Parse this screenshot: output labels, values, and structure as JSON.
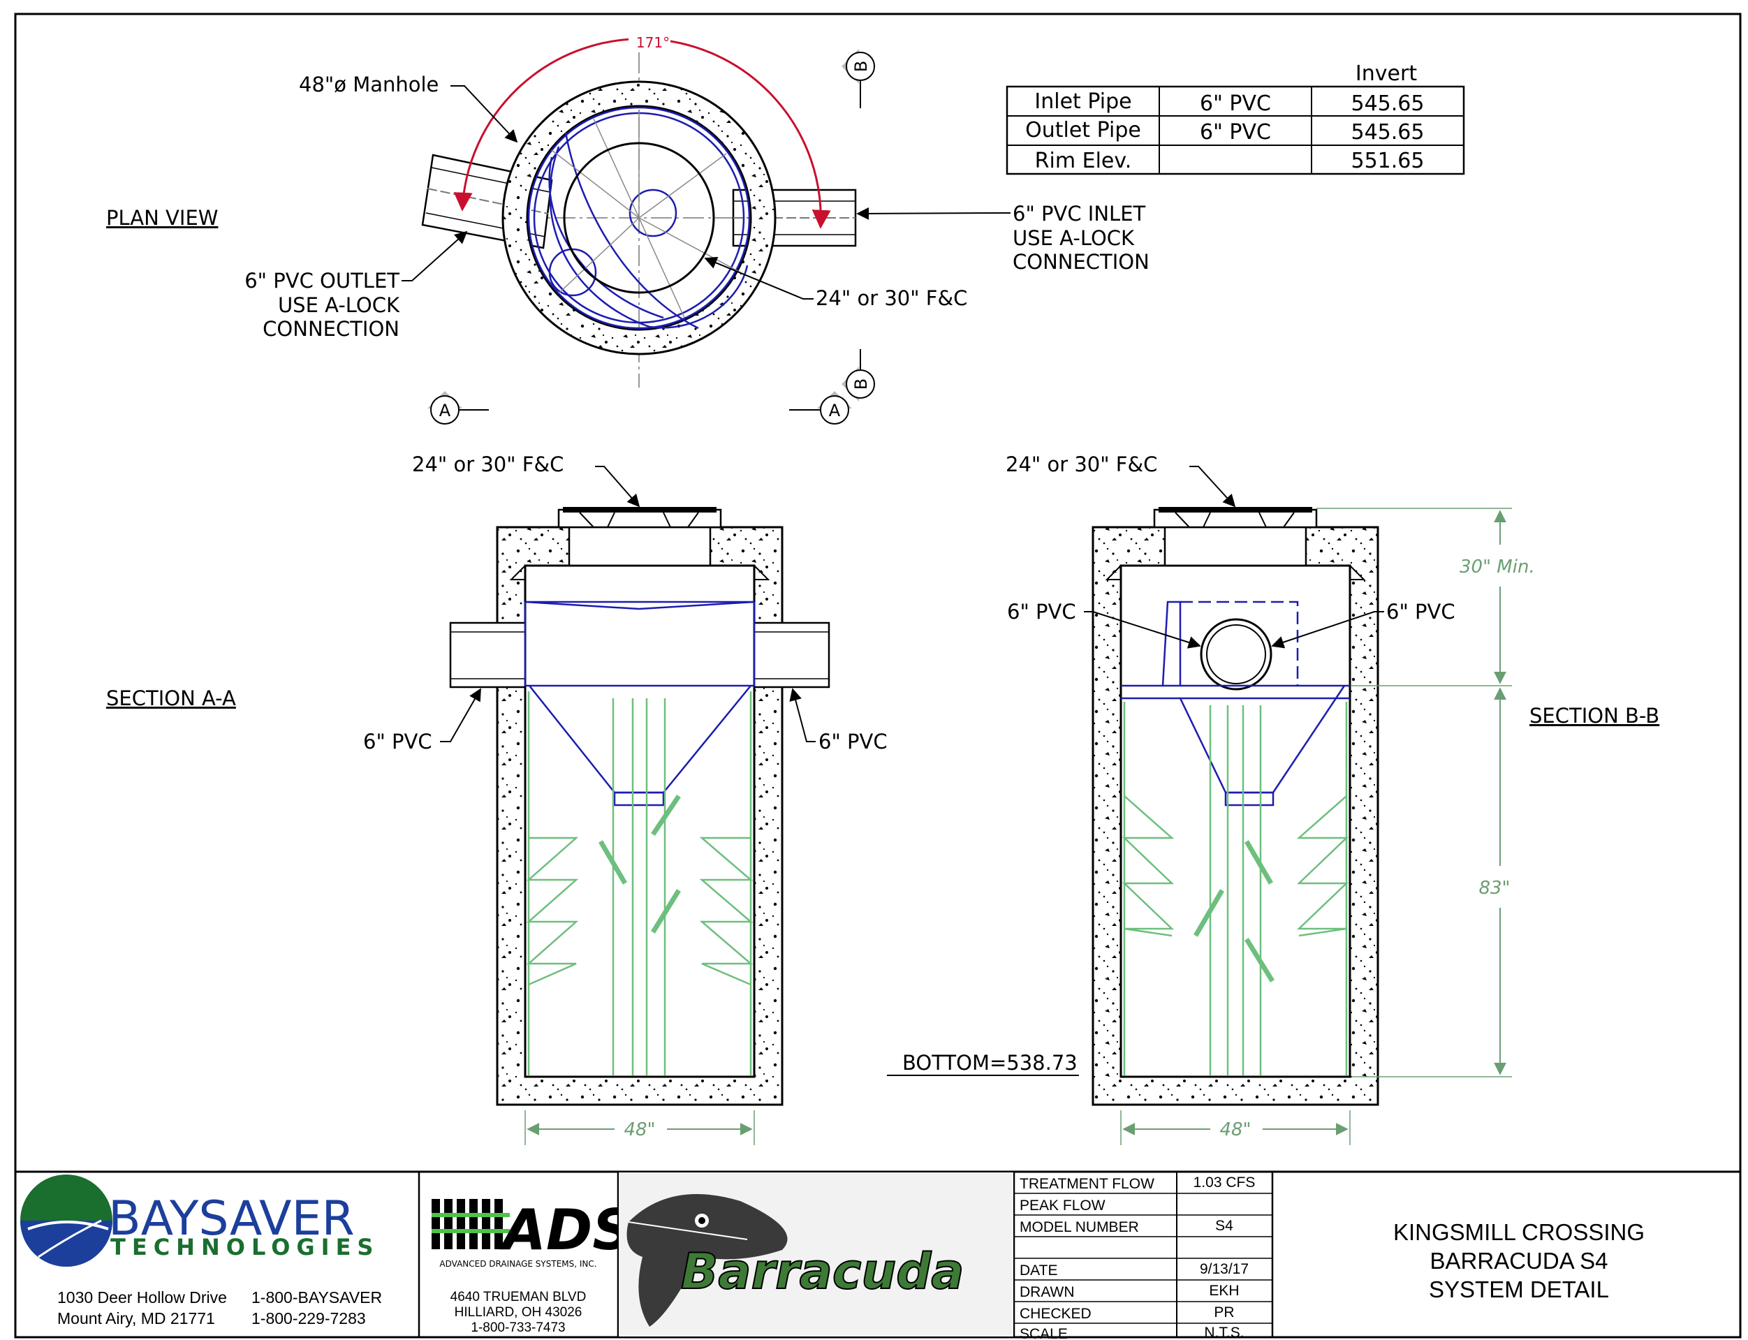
{
  "plan": {
    "title": "PLAN VIEW",
    "angle_label": "171°",
    "manhole_label": "48\"ø Manhole",
    "outlet_label": [
      "6\" PVC OUTLET",
      "USE A-LOCK",
      "CONNECTION"
    ],
    "inlet_label": [
      "6\" PVC INLET",
      "USE A-LOCK",
      "CONNECTION"
    ],
    "frame_label": "24\" or 30\" F&C",
    "markers": [
      "B",
      "B",
      "A",
      "A"
    ]
  },
  "invert_table": {
    "header": "Invert",
    "rows": [
      {
        "name": "Inlet Pipe",
        "pipe": "6\" PVC",
        "elev": "545.65"
      },
      {
        "name": "Outlet Pipe",
        "pipe": "6\" PVC",
        "elev": "545.65"
      },
      {
        "name": "Rim Elev.",
        "pipe": "",
        "elev": "551.65"
      }
    ]
  },
  "section_a": {
    "title": "SECTION A-A",
    "frame_label": "24\" or 30\" F&C",
    "left_pipe": "6\" PVC",
    "right_pipe": "6\" PVC",
    "width_dim": "48\""
  },
  "section_b": {
    "title": "SECTION B-B",
    "frame_label": "24\" or 30\" F&C",
    "left_pipe": "6\" PVC",
    "right_pipe": "6\" PVC",
    "top_dim": "30\" Min.",
    "depth_dim": "83\"",
    "bottom_label": "BOTTOM=538.73",
    "width_dim": "48\""
  },
  "title_block": {
    "baysaver": {
      "name": "BAYSAVER",
      "tagline": "TECHNOLOGIES",
      "address1": "1030 Deer Hollow Drive",
      "address2": "Mount Airy, MD 21771",
      "phone1": "1-800-BAYSAVER",
      "phone2": "1-800-229-7283"
    },
    "ads": {
      "logo": "ADS",
      "name": "ADVANCED DRAINAGE SYSTEMS, INC.",
      "address1": "4640 TRUEMAN BLVD",
      "address2": "HILLIARD, OH 43026",
      "phone": "1-800-733-7473"
    },
    "product_logo": "Barracuda",
    "info": [
      {
        "label": "TREATMENT FLOW",
        "value": "1.03 CFS"
      },
      {
        "label": "PEAK FLOW",
        "value": ""
      },
      {
        "label": "MODEL NUMBER",
        "value": "S4"
      },
      {
        "label": "",
        "value": ""
      },
      {
        "label": "DATE",
        "value": "9/13/17"
      },
      {
        "label": "DRAWN",
        "value": "EKH"
      },
      {
        "label": "CHECKED",
        "value": "PR"
      },
      {
        "label": "SCALE",
        "value": "N.T.S."
      }
    ],
    "project": [
      "KINGSMILL CROSSING",
      "BARRACUDA S4",
      "SYSTEM DETAIL"
    ]
  },
  "colors": {
    "blue": "#1c1cb0",
    "green": "#6dbf7e",
    "red": "#c8102e",
    "dim_green": "#6a9e72"
  }
}
